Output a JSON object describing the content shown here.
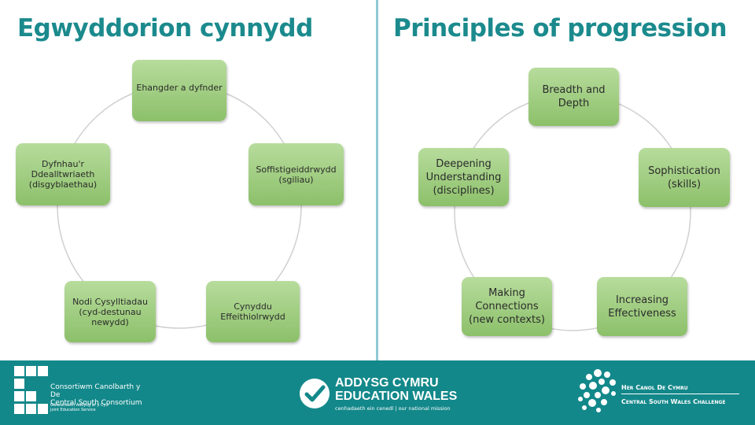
{
  "left": {
    "title": "Egwyddorion cynnydd",
    "nodes": [
      "Ehangder a dyfnder",
      "Soffistigeiddrwydd (sgiliau)",
      "Cynyddu Effeithiolrwydd",
      "Nodi Cysylltiadau (cyd-destunau newydd)",
      "Dyfnhau'r Ddealltwriaeth (disgyblaethau)"
    ]
  },
  "right": {
    "title": "Principles of progression",
    "nodes": [
      "Breadth and Depth",
      "Sophistication (skills)",
      "Increasing Effectiveness",
      "Making Connections (new contexts)",
      "Deepening Understanding (disciplines)"
    ]
  },
  "footer": {
    "consortium_name": "Consortiwm Canolbarth y De\nCentral South Consortium",
    "consortium_service": "Gwasanaeth Addysg ar y Cyd\nJoint Education Service",
    "ecw_line1": "ADDYSG CYMRU",
    "ecw_line2": "EDUCATION WALES",
    "ecw_tagline": "cenhadaeth ein cenedl | our national mission",
    "challenge_line1": "Her Canol De Cymru",
    "challenge_line2": "Central South Wales Challenge"
  },
  "colors": {
    "title": "#1b8a8d",
    "node_fill": "#9ccc7c",
    "footer": "#13888a",
    "divider": "#8fc9d6",
    "ring": "#d0d0d0"
  }
}
